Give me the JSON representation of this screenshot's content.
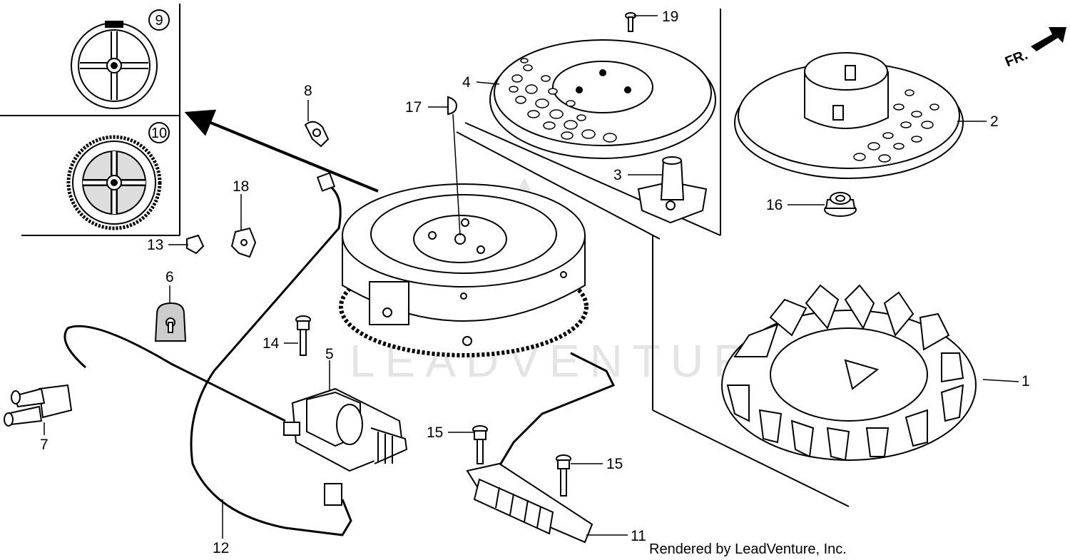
{
  "diagram": {
    "callouts": [
      {
        "id": "1",
        "label": "1"
      },
      {
        "id": "2",
        "label": "2"
      },
      {
        "id": "3",
        "label": "3"
      },
      {
        "id": "4",
        "label": "4"
      },
      {
        "id": "5",
        "label": "5"
      },
      {
        "id": "6",
        "label": "6"
      },
      {
        "id": "7",
        "label": "7"
      },
      {
        "id": "8",
        "label": "8"
      },
      {
        "id": "9",
        "label": "9"
      },
      {
        "id": "10",
        "label": "10"
      },
      {
        "id": "11",
        "label": "11"
      },
      {
        "id": "12",
        "label": "12"
      },
      {
        "id": "13",
        "label": "13"
      },
      {
        "id": "14",
        "label": "14"
      },
      {
        "id": "15a",
        "label": "15"
      },
      {
        "id": "15b",
        "label": "15"
      },
      {
        "id": "16",
        "label": "16"
      },
      {
        "id": "17",
        "label": "17"
      },
      {
        "id": "18",
        "label": "18"
      },
      {
        "id": "19",
        "label": "19"
      }
    ],
    "direction_label": "FR.",
    "credit": "Rendered by LeadVenture, Inc.",
    "watermark": "LEADVENTURE"
  }
}
